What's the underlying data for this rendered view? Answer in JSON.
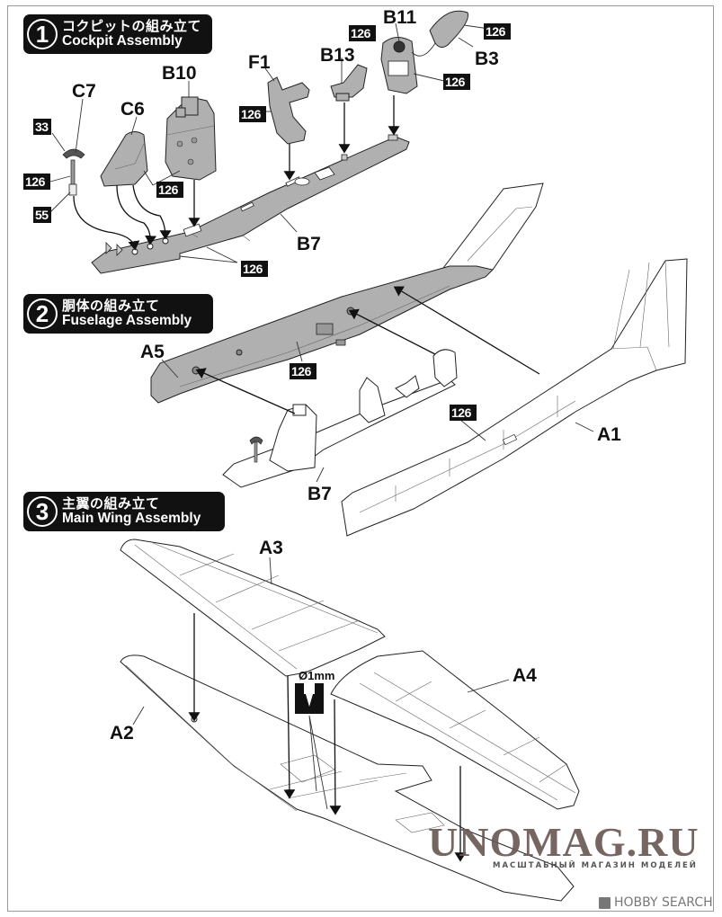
{
  "steps": [
    {
      "number": "1",
      "title_jp": "コクピットの組み立て",
      "title_en": "Cockpit Assembly"
    },
    {
      "number": "2",
      "title_jp": "胴体の組み立て",
      "title_en": "Fuselage Assembly"
    },
    {
      "number": "3",
      "title_jp": "主翼の組み立て",
      "title_en": "Main Wing Assembly"
    }
  ],
  "parts": {
    "c7": "C7",
    "c6": "C6",
    "b10": "B10",
    "f1": "F1",
    "b13": "B13",
    "b11": "B11",
    "b3": "B3",
    "b7": "B7",
    "a5": "A5",
    "a1": "A1",
    "b7_step2": "B7",
    "a3": "A3",
    "a2": "A2",
    "a4": "A4"
  },
  "color_codes": {
    "c7_grip": "33",
    "c7_stick": "126",
    "c7_boot": "55",
    "c6_b10": "126",
    "f1": "126",
    "b13": "126",
    "b3": "126",
    "b11": "126",
    "b7": "126",
    "a5": "126",
    "a1": "126"
  },
  "drill_note": "Ø1mm",
  "watermark": {
    "site": "UNOMAG.RU",
    "tagline": "МАСШТАБНЫЙ МАГАЗИН МОДЕЛЕЙ",
    "source": "HOBBY SEARCH"
  }
}
